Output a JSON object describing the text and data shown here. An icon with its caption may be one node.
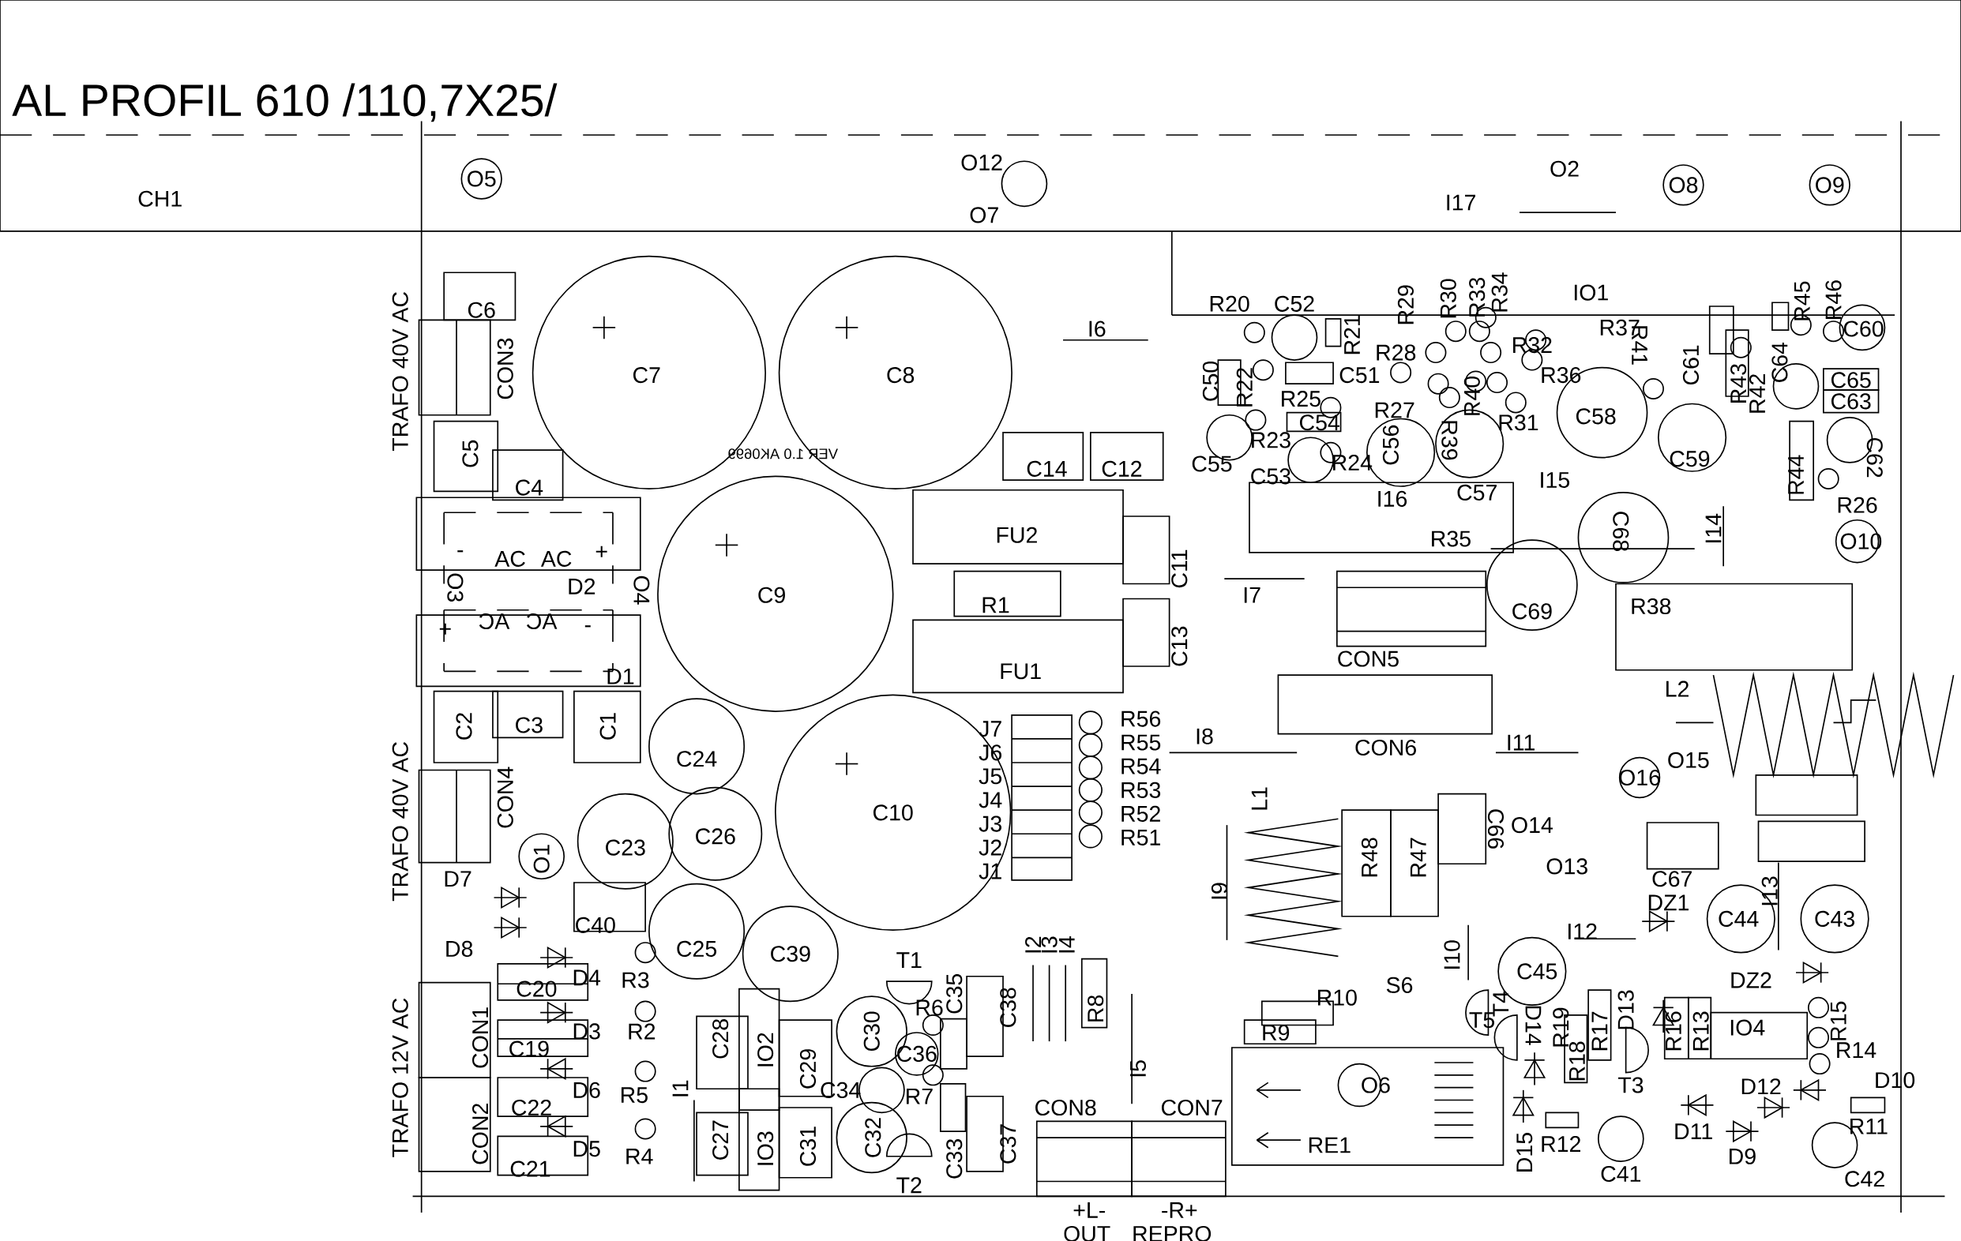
{
  "diagram": {
    "labels": [
      "AL PROFIL 610 /110,7X25/",
      "CH1",
      "O5",
      "O12",
      "O7",
      "I17",
      "O2",
      "O8",
      "O9",
      "TRAFO 40V AC",
      "C6",
      "CON3",
      "C5",
      "C4",
      "C7",
      "C8",
      "VER 1.0 AK0699",
      "I6",
      "-",
      "AC",
      "AC",
      "+",
      "D2",
      "O3",
      "O4",
      "+",
      "AC",
      "AC",
      "-",
      "D1",
      "C9",
      "C14",
      "C12",
      "FU2",
      "R1",
      "FU1",
      "C11",
      "C13",
      "TRAFO 40V AC",
      "C2",
      "C3",
      "C1",
      "C24",
      "CON4",
      "C23",
      "C26",
      "O1",
      "C10",
      "J7",
      "J6",
      "J5",
      "J4",
      "J3",
      "J2",
      "J1",
      "R56",
      "R55",
      "R54",
      "R53",
      "R52",
      "R51",
      "I8",
      "D7",
      "C40",
      "D8",
      "C25",
      "C39",
      "TRAFO 12V AC",
      "D4",
      "R3",
      "C20",
      "D3",
      "R2",
      "CON1",
      "C19",
      "D6",
      "R5",
      "C22",
      "CON2",
      "D5",
      "R4",
      "C21",
      "I1",
      "C28",
      "IO2",
      "C29",
      "C27",
      "IO3",
      "C31",
      "T1",
      "C30",
      "R6",
      "C35",
      "C38",
      "C36",
      "C34",
      "R7",
      "C32",
      "C33",
      "C37",
      "T2",
      "I2",
      "I3",
      "I4",
      "R8",
      "I5",
      "CON8",
      "CON7",
      "+L-",
      "-R+",
      "OUT",
      "REPRO",
      "R20",
      "C52",
      "R21",
      "R29",
      "R30",
      "R33",
      "R34",
      "IO1",
      "R28",
      "R32",
      "R37",
      "R41",
      "C61",
      "R45",
      "R46",
      "C60",
      "C50",
      "R22",
      "C51",
      "R36",
      "R43",
      "R42",
      "C64",
      "R25",
      "C54",
      "R27",
      "C65",
      "C63",
      "C56",
      "R40",
      "R39",
      "R31",
      "C58",
      "C59",
      "C62",
      "C55",
      "R23",
      "R24",
      "C53",
      "I16",
      "C57",
      "I15",
      "R35",
      "C68",
      "I14",
      "R44",
      "R26",
      "O10",
      "I7",
      "C69",
      "R38",
      "CON5",
      "L2",
      "CON6",
      "I11",
      "O15",
      "O16",
      "L1",
      "R48",
      "R47",
      "C66",
      "O14",
      "O13",
      "C67",
      "DZ1",
      "I13",
      "C44",
      "C43",
      "I9",
      "I12",
      "R10",
      "S6",
      "I10",
      "T4",
      "C45",
      "DZ2",
      "R9",
      "T5",
      "D14",
      "R19",
      "R17",
      "D13",
      "R16",
      "R13",
      "IO4",
      "R15",
      "R14",
      "O6",
      "R18",
      "T3",
      "D12",
      "D10",
      "RE1",
      "D11",
      "R11",
      "D9",
      "D15",
      "R12",
      "C41",
      "C42"
    ]
  }
}
